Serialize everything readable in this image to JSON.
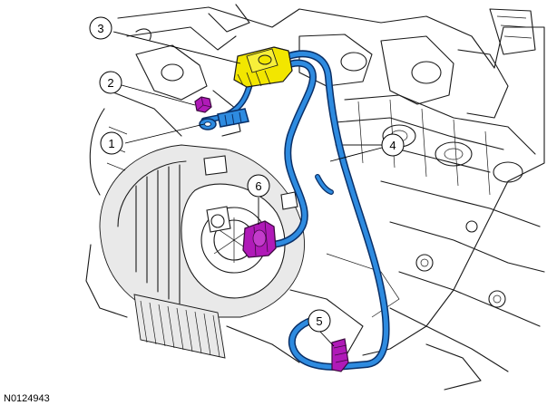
{
  "figure_id": "N0124943",
  "callouts": [
    {
      "number": "1"
    },
    {
      "number": "2"
    },
    {
      "number": "3"
    },
    {
      "number": "4"
    },
    {
      "number": "5"
    },
    {
      "number": "6"
    }
  ],
  "colors": {
    "harness": "#2e8be0",
    "harness_outline": "#0a2f66",
    "connector_yellow": "#f2e600",
    "connector_magenta": "#b01ab8",
    "line_art": "#1a1a1a",
    "background": "#ffffff"
  }
}
